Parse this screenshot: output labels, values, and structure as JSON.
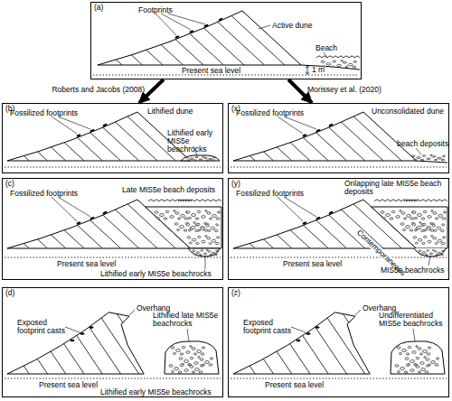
{
  "diagram": {
    "nodes": [
      {
        "text": [
          "(a)",
          "Footprints",
          "Active dune",
          "Beach",
          "Present sea level",
          "1 m"
        ]
      },
      {
        "text": [
          "(b)",
          "Fossilized footprints",
          "Lithified dune",
          "Lithified early MIS5e beachrocks"
        ]
      },
      {
        "text": [
          "(x)",
          "Fossilized footprints",
          "Unconsolidated dune",
          "beach deposits"
        ]
      },
      {
        "text": [
          "(c)",
          "Fossilized footprints",
          "Late MIS5e beach deposits",
          "Present sea level",
          "Lithified early MIS5e beachrocks"
        ]
      },
      {
        "text": [
          "(y)",
          "Fossilized footprints",
          "Onlapping late MIS5e beach deposits",
          "Contemporaneous",
          "MIS5e beachrocks",
          "Present sea level"
        ]
      },
      {
        "text": [
          "(d)",
          "Overhang",
          "Exposed footprint casts",
          "Present sea level",
          "Lithified late MIS5e beachrocks",
          "Lithified early MIS5e beachrocks"
        ]
      },
      {
        "text": [
          "(z)",
          "Overhang",
          "Exposed footprint casts",
          "Present sea level",
          "Undifferentiated MIS5e beachrocks"
        ]
      }
    ],
    "edges": [
      {
        "from": 0,
        "to": 1,
        "arrow": "to",
        "label": "Roberts and Jacobs (2008)"
      },
      {
        "from": 0,
        "to": 2,
        "arrow": "to",
        "label": "Morissey et al. (2020)"
      }
    ]
  }
}
